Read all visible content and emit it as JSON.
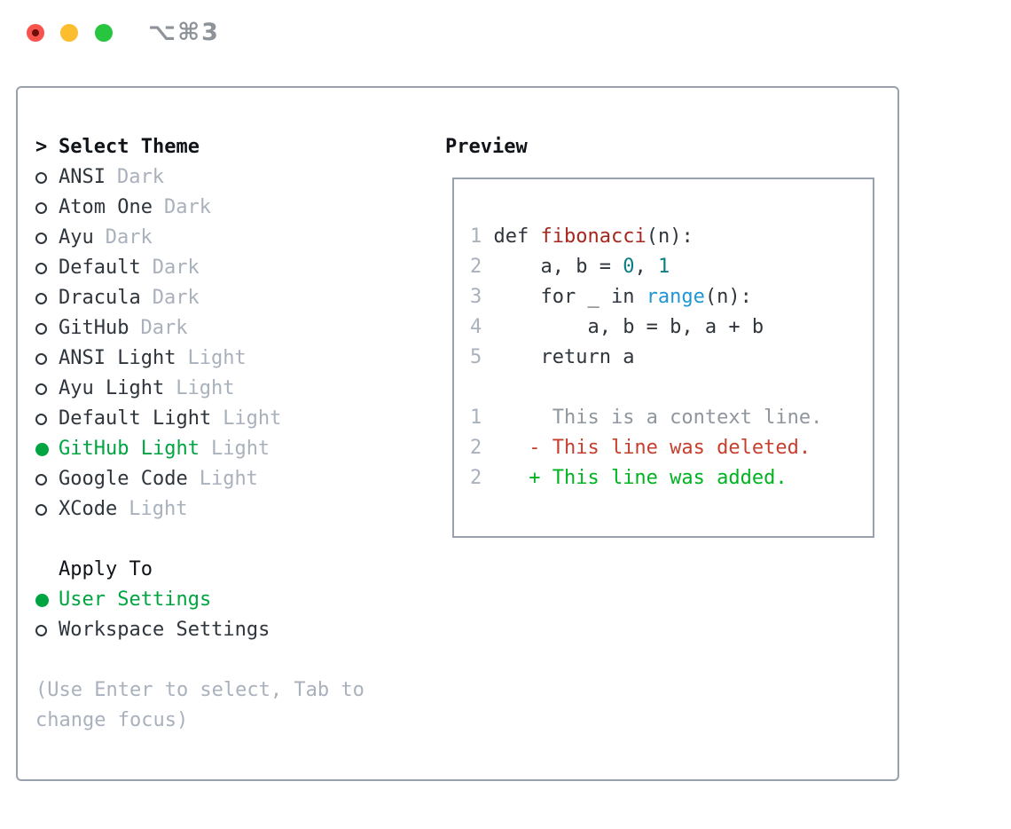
{
  "window": {
    "title": "⌥⌘3",
    "traffic_lights": [
      "close-button",
      "minimize-button",
      "zoom-button"
    ]
  },
  "colors": {
    "text_dark": "#2f353c",
    "text_black": "#101418",
    "muted_gray": "#a9b1bc",
    "context_gray": "#8f969e",
    "selection_green": "#00a542",
    "added_green": "#00b321",
    "deleted_red": "#c63f2e",
    "function_red": "#a7261d",
    "number_teal": "#0b7d84",
    "builtin_blue": "#2097d3",
    "border_gray": "#99a2ac",
    "traffic_red": "#f7544d",
    "traffic_yellow": "#fcbd2f",
    "traffic_green": "#28c53f"
  },
  "theme_panel": {
    "prompt": ">",
    "title": "Select Theme",
    "items": [
      {
        "label": "ANSI",
        "variant": "Dark",
        "selected": false
      },
      {
        "label": "Atom One",
        "variant": "Dark",
        "selected": false
      },
      {
        "label": "Ayu",
        "variant": "Dark",
        "selected": false
      },
      {
        "label": "Default",
        "variant": "Dark",
        "selected": false
      },
      {
        "label": "Dracula",
        "variant": "Dark",
        "selected": false
      },
      {
        "label": "GitHub",
        "variant": "Dark",
        "selected": false
      },
      {
        "label": "ANSI Light",
        "variant": "Light",
        "selected": false
      },
      {
        "label": "Ayu Light",
        "variant": "Light",
        "selected": false
      },
      {
        "label": "Default Light",
        "variant": "Light",
        "selected": false
      },
      {
        "label": "GitHub Light",
        "variant": "Light",
        "selected": true
      },
      {
        "label": "Google Code",
        "variant": "Light",
        "selected": false
      },
      {
        "label": "XCode",
        "variant": "Light",
        "selected": false
      }
    ],
    "apply_to": {
      "title": "Apply To",
      "options": [
        {
          "label": "User Settings",
          "selected": true
        },
        {
          "label": "Workspace Settings",
          "selected": false
        }
      ]
    },
    "hint": "(Use Enter to select, Tab to change focus)"
  },
  "preview": {
    "title": "Preview",
    "lines": [
      [
        {
          "t": "1 ",
          "c": "ln"
        },
        {
          "t": "def ",
          "c": "plain"
        },
        {
          "t": "fibonacci",
          "c": "fn"
        },
        {
          "t": "(n):",
          "c": "plain"
        }
      ],
      [
        {
          "t": "2 ",
          "c": "ln"
        },
        {
          "t": "    a, b = ",
          "c": "plain"
        },
        {
          "t": "0",
          "c": "num"
        },
        {
          "t": ", ",
          "c": "plain"
        },
        {
          "t": "1",
          "c": "num"
        }
      ],
      [
        {
          "t": "3 ",
          "c": "ln"
        },
        {
          "t": "    for _ in ",
          "c": "plain"
        },
        {
          "t": "range",
          "c": "builtin"
        },
        {
          "t": "(n):",
          "c": "plain"
        }
      ],
      [
        {
          "t": "4 ",
          "c": "ln"
        },
        {
          "t": "        a, b = b, a + b",
          "c": "plain"
        }
      ],
      [
        {
          "t": "5 ",
          "c": "ln"
        },
        {
          "t": "    return a",
          "c": "plain"
        }
      ],
      [],
      [
        {
          "t": "1",
          "c": "ln"
        },
        {
          "t": "      This is a context line.",
          "c": "muted"
        }
      ],
      [
        {
          "t": "2",
          "c": "ln"
        },
        {
          "t": "    - This line was deleted.",
          "c": "del"
        }
      ],
      [
        {
          "t": "2",
          "c": "ln"
        },
        {
          "t": "    + This line was added.",
          "c": "add"
        }
      ]
    ]
  }
}
